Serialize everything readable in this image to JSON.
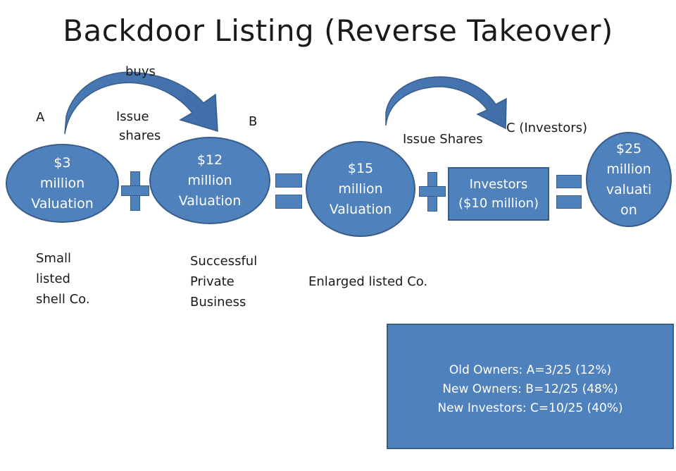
{
  "title": "Backdoor Listing (Reverse Takeover)",
  "labels": {
    "buys": "buys",
    "a": "A",
    "b": "B",
    "issue_shares_1": [
      "Issue",
      "shares"
    ],
    "issue_shares_2": "Issue Shares",
    "c": "C (Investors)"
  },
  "nodes": {
    "a": [
      "$3",
      "million",
      "Valuation"
    ],
    "b": [
      "$12",
      "million",
      "Valuation"
    ],
    "enlarged": [
      "$15",
      "million",
      "Valuation"
    ],
    "investors": [
      "Investors",
      "($10 million)"
    ],
    "result": [
      "$25",
      "million",
      "valuati",
      "on"
    ]
  },
  "captions": {
    "a": [
      "Small",
      "listed",
      "shell Co."
    ],
    "b": [
      "Successful",
      "Private",
      "Business"
    ],
    "enlarged": "Enlarged listed Co."
  },
  "summary": [
    "Old Owners: A=3/25 (12%)",
    "New Owners: B=12/25 (48%)",
    "New Investors: C=10/25 (40%)"
  ],
  "colors": {
    "fill": "#4f81bd",
    "border": "#385d8a"
  }
}
